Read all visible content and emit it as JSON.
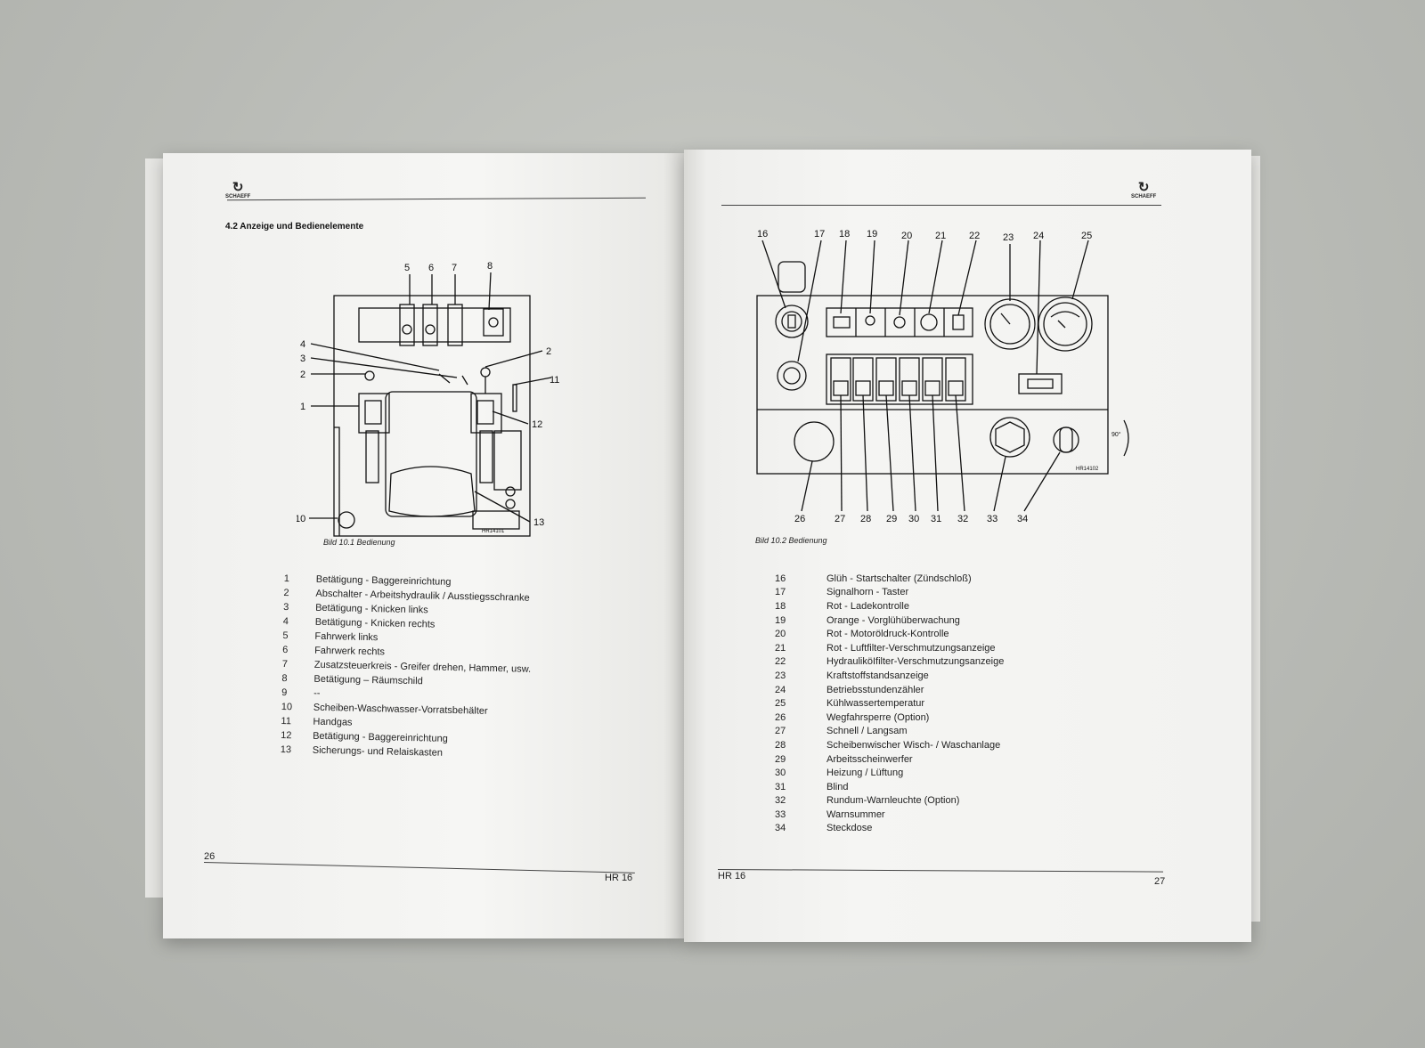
{
  "brand": {
    "logo_text": "SCHAEFF"
  },
  "left_page": {
    "section_title": "4.2 Anzeige und Bedienelemente",
    "figure_caption": "Bild 10.1 Bedienung",
    "figure_code": "HR14101",
    "callouts": [
      "1",
      "2",
      "3",
      "4",
      "2",
      "5",
      "6",
      "7",
      "8",
      "11",
      "12",
      "13",
      "10"
    ],
    "legend": [
      {
        "num": "1",
        "text": "Betätigung - Baggereinrichtung"
      },
      {
        "num": "2",
        "text": "Abschalter - Arbeitshydraulik / Ausstiegsschranke"
      },
      {
        "num": "3",
        "text": "Betätigung - Knicken links"
      },
      {
        "num": "4",
        "text": "Betätigung - Knicken rechts"
      },
      {
        "num": "5",
        "text": "Fahrwerk links"
      },
      {
        "num": "6",
        "text": "Fahrwerk rechts"
      },
      {
        "num": "7",
        "text": "Zusatzsteuerkreis - Greifer drehen, Hammer, usw."
      },
      {
        "num": "8",
        "text": "Betätigung – Räumschild"
      },
      {
        "num": "9",
        "text": "--"
      },
      {
        "num": "10",
        "text": "Scheiben-Waschwasser-Vorratsbehälter"
      },
      {
        "num": "11",
        "text": "Handgas"
      },
      {
        "num": "12",
        "text": "Betätigung - Baggereinrichtung"
      },
      {
        "num": "13",
        "text": "Sicherungs- und Relaiskasten"
      }
    ],
    "page_number": "26",
    "footer_model": "HR 16"
  },
  "right_page": {
    "figure_caption": "Bild 10.2 Bedienung",
    "figure_code": "HR14102",
    "rotation_label": "90°",
    "top_callouts": [
      "16",
      "17",
      "18",
      "19",
      "20",
      "21",
      "22",
      "23",
      "24",
      "25"
    ],
    "bottom_callouts": [
      "26",
      "27",
      "28",
      "29",
      "30",
      "31",
      "32",
      "33",
      "34"
    ],
    "legend": [
      {
        "num": "16",
        "text": "Glüh - Startschalter (Zündschloß)"
      },
      {
        "num": "17",
        "text": "Signalhorn - Taster"
      },
      {
        "num": "18",
        "text": "Rot - Ladekontrolle"
      },
      {
        "num": "19",
        "text": "Orange - Vorglühüberwachung"
      },
      {
        "num": "20",
        "text": "Rot - Motoröldruck-Kontrolle"
      },
      {
        "num": "21",
        "text": "Rot - Luftfilter-Verschmutzungsanzeige"
      },
      {
        "num": "22",
        "text": "HydrauliköIfilter-Verschmutzungsanzeige"
      },
      {
        "num": "23",
        "text": "Kraftstoffstandsanzeige"
      },
      {
        "num": "24",
        "text": "Betriebsstundenzähler"
      },
      {
        "num": "25",
        "text": "Kühlwassertemperatur"
      },
      {
        "num": "26",
        "text": "Wegfahrsperre (Option)"
      },
      {
        "num": "27",
        "text": "Schnell / Langsam"
      },
      {
        "num": "28",
        "text": "Scheibenwischer Wisch- / Waschanlage"
      },
      {
        "num": "29",
        "text": "Arbeitsscheinwerfer"
      },
      {
        "num": "30",
        "text": "Heizung / Lüftung"
      },
      {
        "num": "31",
        "text": "Blind"
      },
      {
        "num": "32",
        "text": "Rundum-Warnleuchte (Option)"
      },
      {
        "num": "33",
        "text": "Warnsummer"
      },
      {
        "num": "34",
        "text": "Steckdose"
      }
    ],
    "footer_model": "HR 16",
    "page_number": "27"
  }
}
